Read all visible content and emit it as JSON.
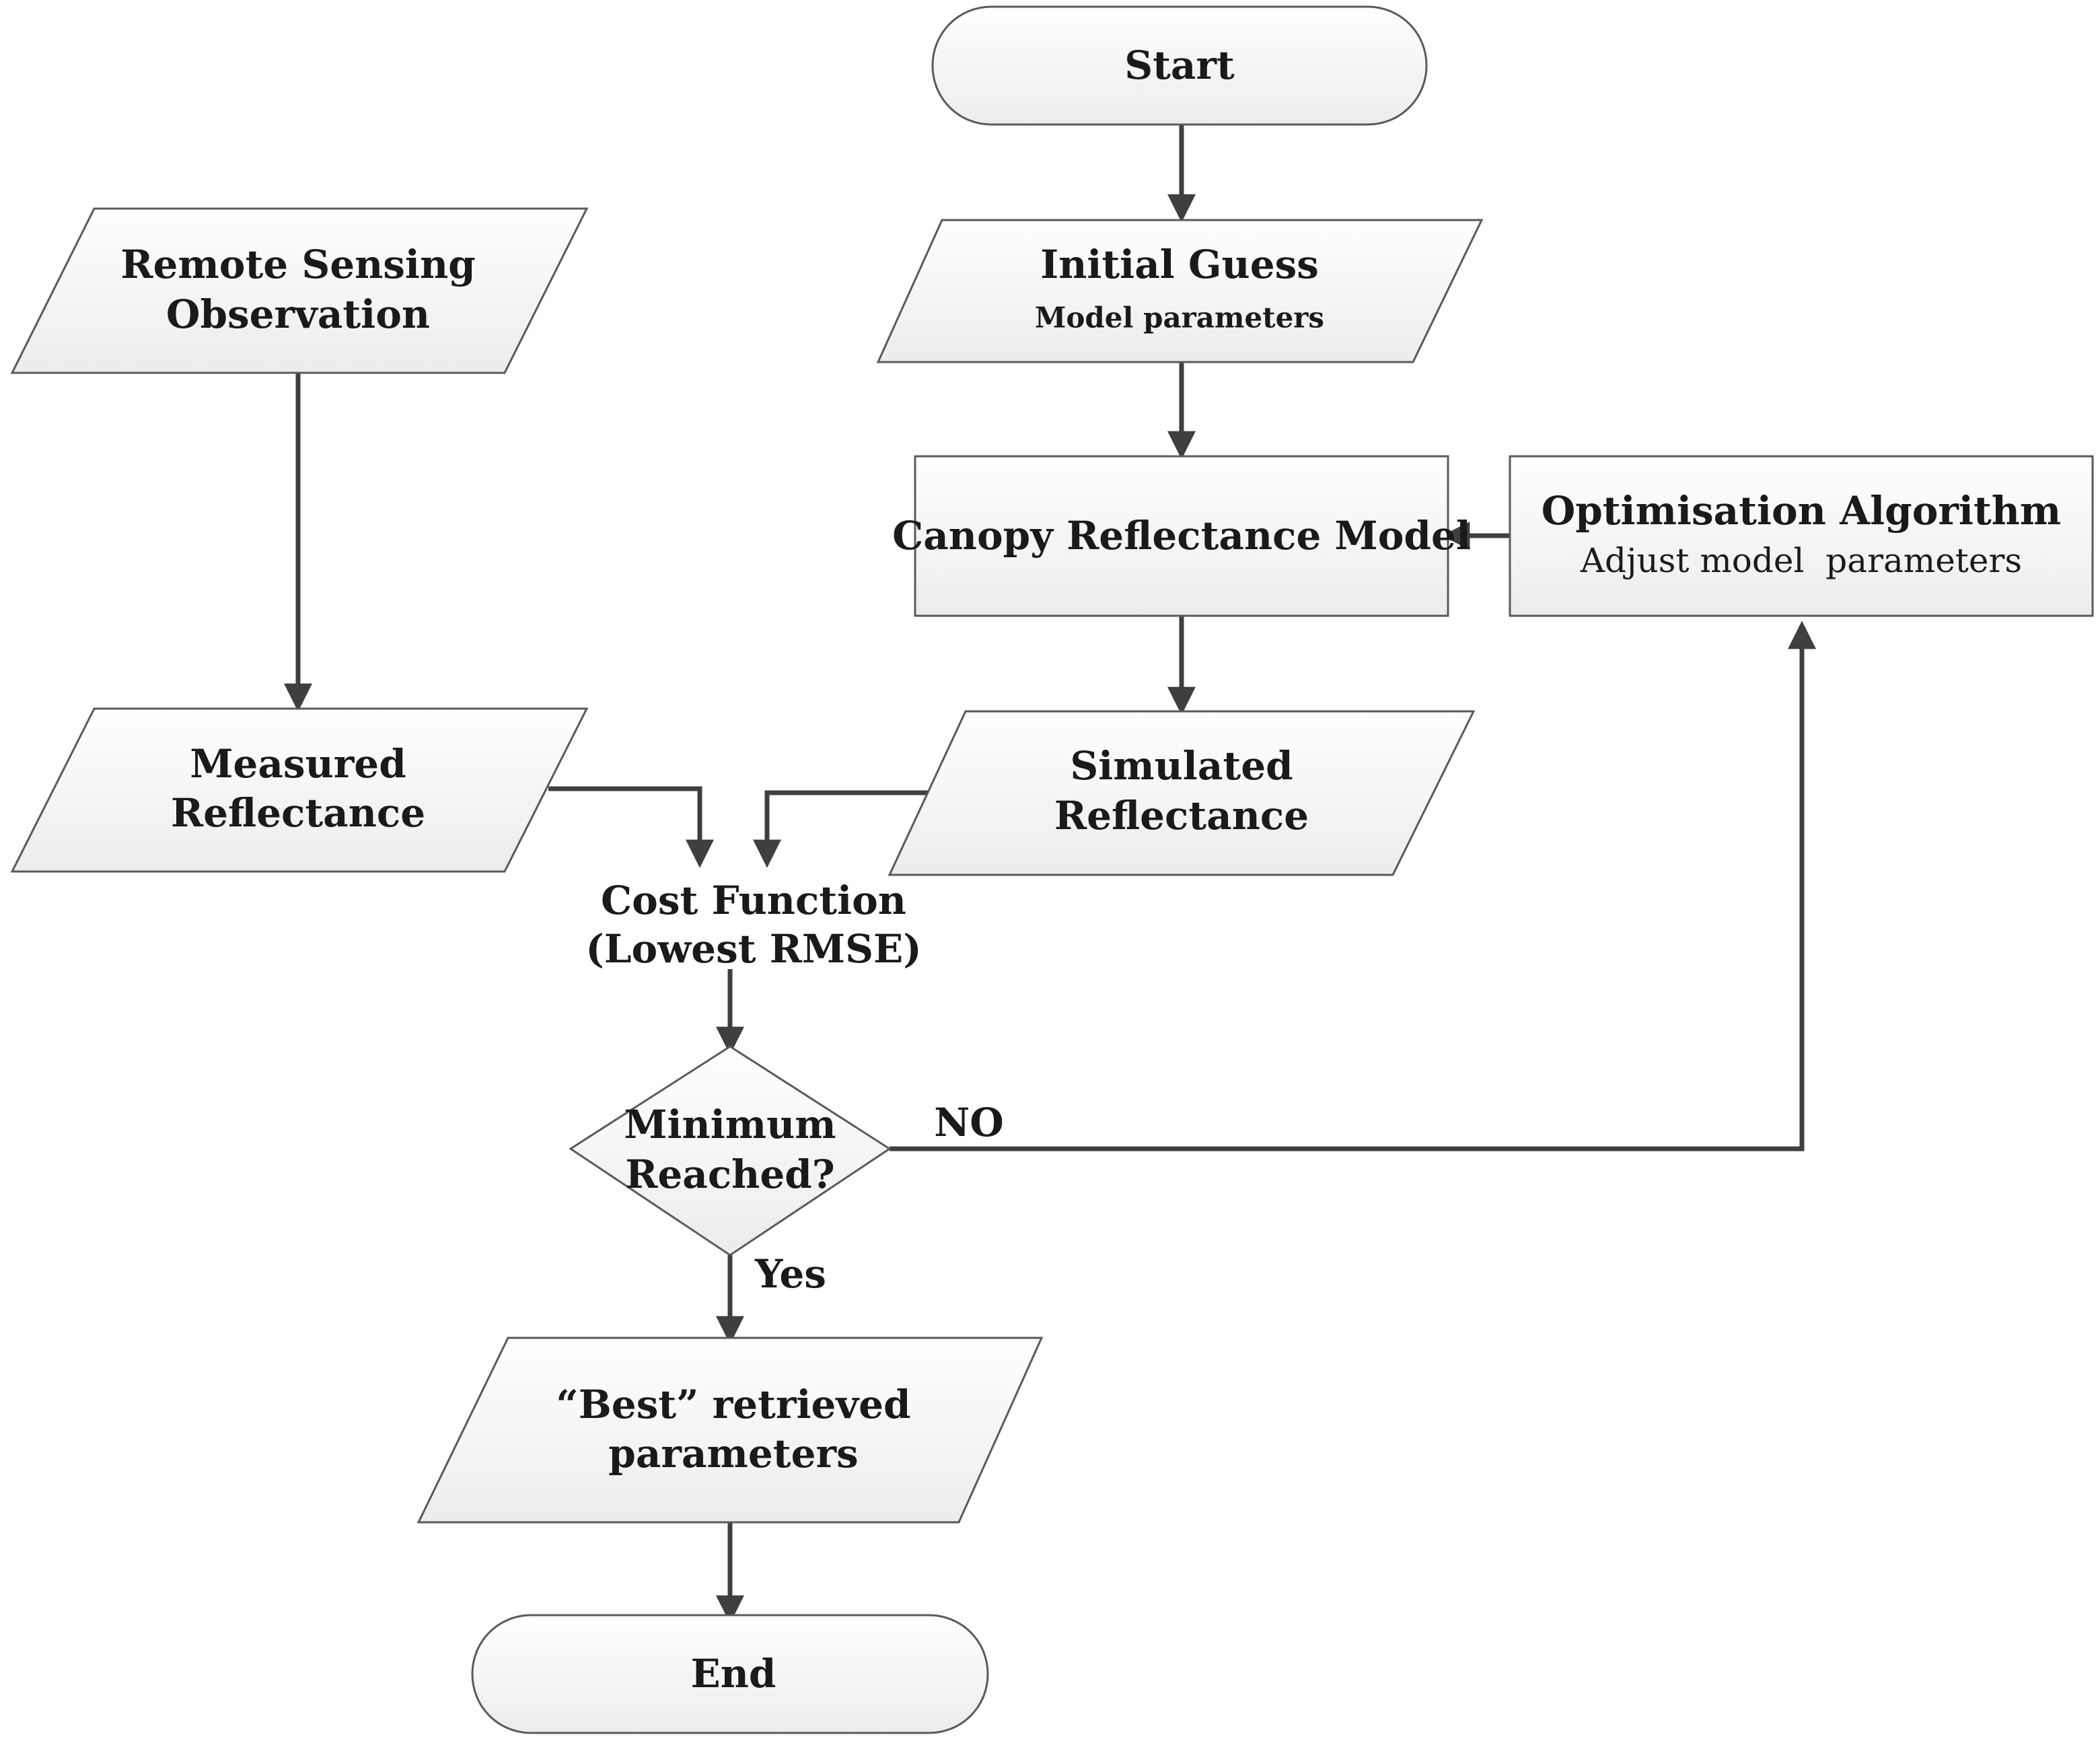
{
  "diagram": {
    "colors": {
      "node_fill_top": "#ffffff",
      "node_fill_bottom": "#ececec",
      "node_stroke": "#5a5a5a",
      "connector": "#3f3f3f",
      "text": "#1a1a1a"
    },
    "nodes": {
      "start": {
        "label": "Start"
      },
      "initial_guess": {
        "title": "Initial Guess",
        "subtitle": "Model parameters"
      },
      "remote_sensing": {
        "line1": "Remote Sensing",
        "line2": "Observation"
      },
      "canopy_model": {
        "label": "Canopy Reflectance Model"
      },
      "optimisation": {
        "title": "Optimisation Algorithm",
        "subtitle": "Adjust model  parameters"
      },
      "measured": {
        "line1": "Measured",
        "line2": "Reflectance"
      },
      "simulated": {
        "line1": "Simulated",
        "line2": "Reflectance"
      },
      "cost_function": {
        "line1": "Cost Function",
        "line2": "(Lowest RMSE)"
      },
      "decision": {
        "line1": "Minimum",
        "line2": "Reached?"
      },
      "best_params": {
        "line1": "“Best” retrieved",
        "line2": "parameters"
      },
      "end": {
        "label": "End"
      }
    },
    "edge_labels": {
      "no": "NO",
      "yes": "Yes"
    }
  }
}
